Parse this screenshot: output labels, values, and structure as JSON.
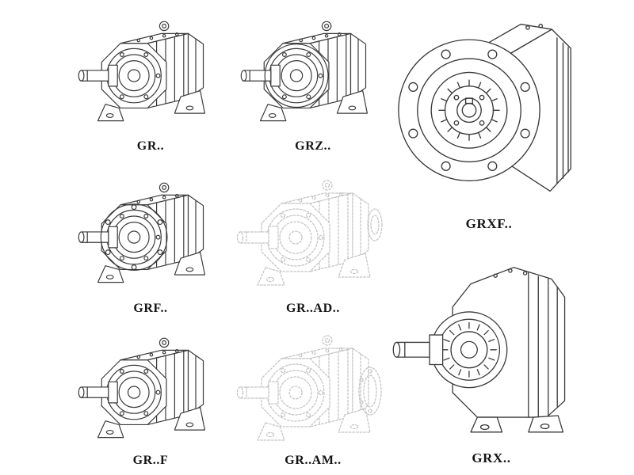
{
  "colors": {
    "background": "#ffffff",
    "line": "#3a3a3a",
    "ghost_line": "#c4c4c4",
    "label": "#141414"
  },
  "items": [
    {
      "label": "GR..",
      "style": "solid"
    },
    {
      "label": "GRZ..",
      "style": "solid"
    },
    {
      "label": "GRXF..",
      "style": "solid"
    },
    {
      "label": "GRF..",
      "style": "solid"
    },
    {
      "label": "GR..AD..",
      "style": "ghost"
    },
    {
      "label": "GRX..",
      "style": "solid"
    },
    {
      "label": "GR..F",
      "style": "solid"
    },
    {
      "label": "GR..AM..",
      "style": "ghost"
    }
  ]
}
